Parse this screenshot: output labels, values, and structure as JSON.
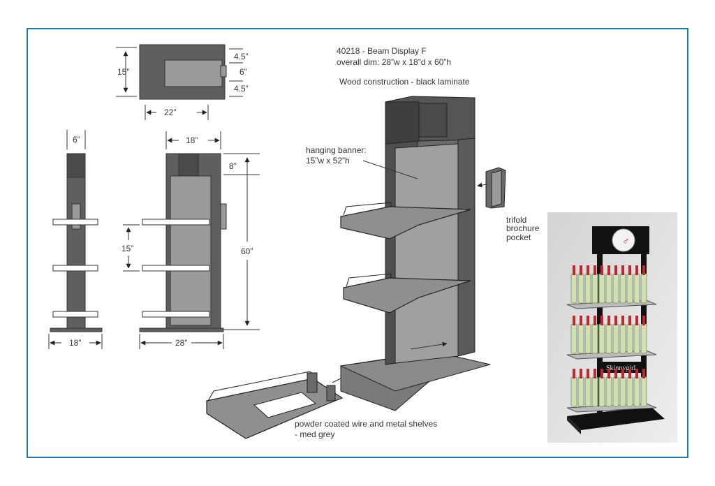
{
  "title": {
    "line1": "40218 - Beam Display F",
    "line2": "overall dim: 28”w x 18”d x 60”h",
    "line3": "Wood construction - black laminate"
  },
  "top_view": {
    "depth": "15”",
    "width": "22”",
    "side_top": "4.5”",
    "side_mid": "6”",
    "side_bot": "4.5”"
  },
  "side_view": {
    "top": "6”",
    "bottom": "18”"
  },
  "front_view": {
    "top": "18”",
    "header": "8”",
    "height": "60”",
    "spacing": "15”",
    "bottom": "28”"
  },
  "callouts": {
    "banner_1": "hanging banner:",
    "banner_2": "15”w x 52”h",
    "pocket_1": "trifold",
    "pocket_2": "brochure",
    "pocket_3": "pocket",
    "shelves_1": "powder coated wire and metal shelves",
    "shelves_2": "- med grey"
  },
  "photo": {
    "sign_text": "Skinnygirl"
  },
  "colors": {
    "frame": "#1f77b4",
    "laminate": "#5f5f5f",
    "panel": "#9a9a9a",
    "bottle": "#cfe0b4",
    "cap": "#c0282d"
  }
}
